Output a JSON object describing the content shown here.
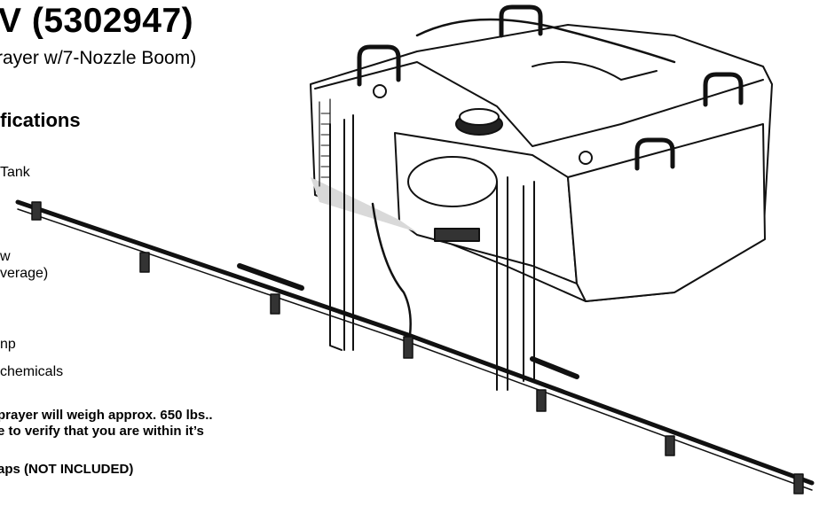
{
  "document": {
    "title": "V (5302947)",
    "subtitle": "rayer w/7-Nozzle Boom)",
    "specs_heading": "ifications",
    "spec_lines": [
      "Tank",
      "w",
      "verage)",
      "np",
      "chemicals"
    ],
    "notes": [
      "prayer will weigh approx. 650 lbs..",
      "e to verify that you are within it’s",
      "aps (NOT INCLUDED)"
    ]
  },
  "illustration": {
    "subject": "sprayer-tank-with-boom",
    "line_color": "#111111",
    "tank_fill": "#ffffff",
    "shadow_fill": "#d9d9d9"
  }
}
